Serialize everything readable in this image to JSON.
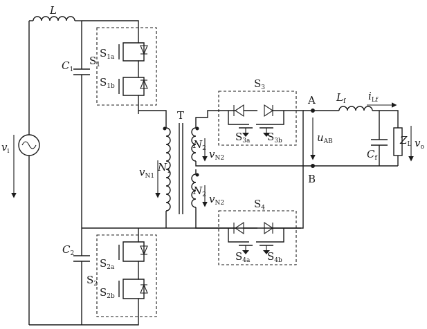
{
  "labels": {
    "inductor_L": "L",
    "cap_C1_main": "C",
    "cap_C1_sub": "1",
    "cap_C2_main": "C",
    "cap_C2_sub": "2",
    "switch_S1_main": "S",
    "switch_S1_sub": "1",
    "switch_S2_main": "S",
    "switch_S2_sub": "2",
    "switch_S1a_main": "S",
    "switch_S1a_sub": "1a",
    "switch_S1b_main": "S",
    "switch_S1b_sub": "1b",
    "switch_S2a_main": "S",
    "switch_S2a_sub": "2a",
    "switch_S2b_main": "S",
    "switch_S2b_sub": "2b",
    "switch_S3_main": "S",
    "switch_S3_sub": "3",
    "switch_S3a_main": "S",
    "switch_S3a_sub": "3a",
    "switch_S3b_main": "S",
    "switch_S3b_sub": "3b",
    "switch_S4_main": "S",
    "switch_S4_sub": "4",
    "switch_S4a_main": "S",
    "switch_S4a_sub": "4a",
    "switch_S4b_main": "S",
    "switch_S4b_sub": "4b",
    "transformer_T": "T",
    "N1_main": "N",
    "N1_sub": "1",
    "N2_top_main": "N",
    "N2_top_sub": "2",
    "N2_bot_main": "N",
    "N2_bot_sub": "2",
    "vN1_main": "v",
    "vN1_sub": "N1",
    "vN2_top_main": "v",
    "vN2_top_sub": "N2",
    "vN2_bot_main": "v",
    "vN2_bot_sub": "N2",
    "vi_main": "v",
    "vi_sub": "i",
    "node_A": "A",
    "node_B": "B",
    "uAB_main": "u",
    "uAB_sub": "AB",
    "Lf_main": "L",
    "Lf_sub": "f",
    "iLf_main": "i",
    "iLf_sub": "Lf",
    "Cf_main": "C",
    "Cf_sub": "f",
    "ZL_main": "Z",
    "ZL_sub": "L",
    "vo_main": "v",
    "vo_sub": "o"
  }
}
